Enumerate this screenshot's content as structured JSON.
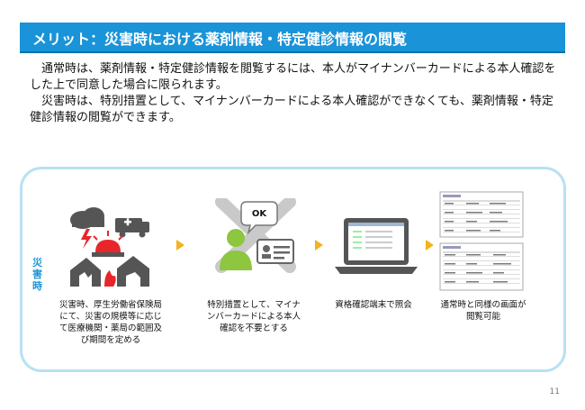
{
  "title": "メリット：災害時における薬剤情報・特定健診情報の閲覧",
  "paragraphs": [
    "　通常時は、薬剤情報・特定健診情報を閲覧するには、本人がマイナンバーカードによる本人確認をした上で同意した場合に限られます。",
    "　災害時は、特別措置として、マイナンバーカードによる本人確認ができなくても、薬剤情報・特定健診情報の閲覧ができます。"
  ],
  "side_label": "災害時",
  "steps": [
    {
      "caption": "災害時、厚生労働省保険局にて、災害の規模等に応じて医療機関・薬局の範囲及び期間を定める",
      "icon": "disaster-icon"
    },
    {
      "caption": "特別措置として、マイナンバーカードによる本人確認を不要とする",
      "icon": "no-card-check-icon"
    },
    {
      "caption": "資格確認端末で照会",
      "icon": "laptop-icon"
    },
    {
      "caption": "通常時と同様の画面が閲覧可能",
      "icon": "screen-documents-icon"
    }
  ],
  "ok_bubble": "OK",
  "page_number": "11",
  "colors": {
    "title_bg": "#1a93d8",
    "panel_border": "#b8e1f4",
    "arrow": "#f5b21e",
    "person": "#8dc63f",
    "label": "#1a93d8"
  }
}
